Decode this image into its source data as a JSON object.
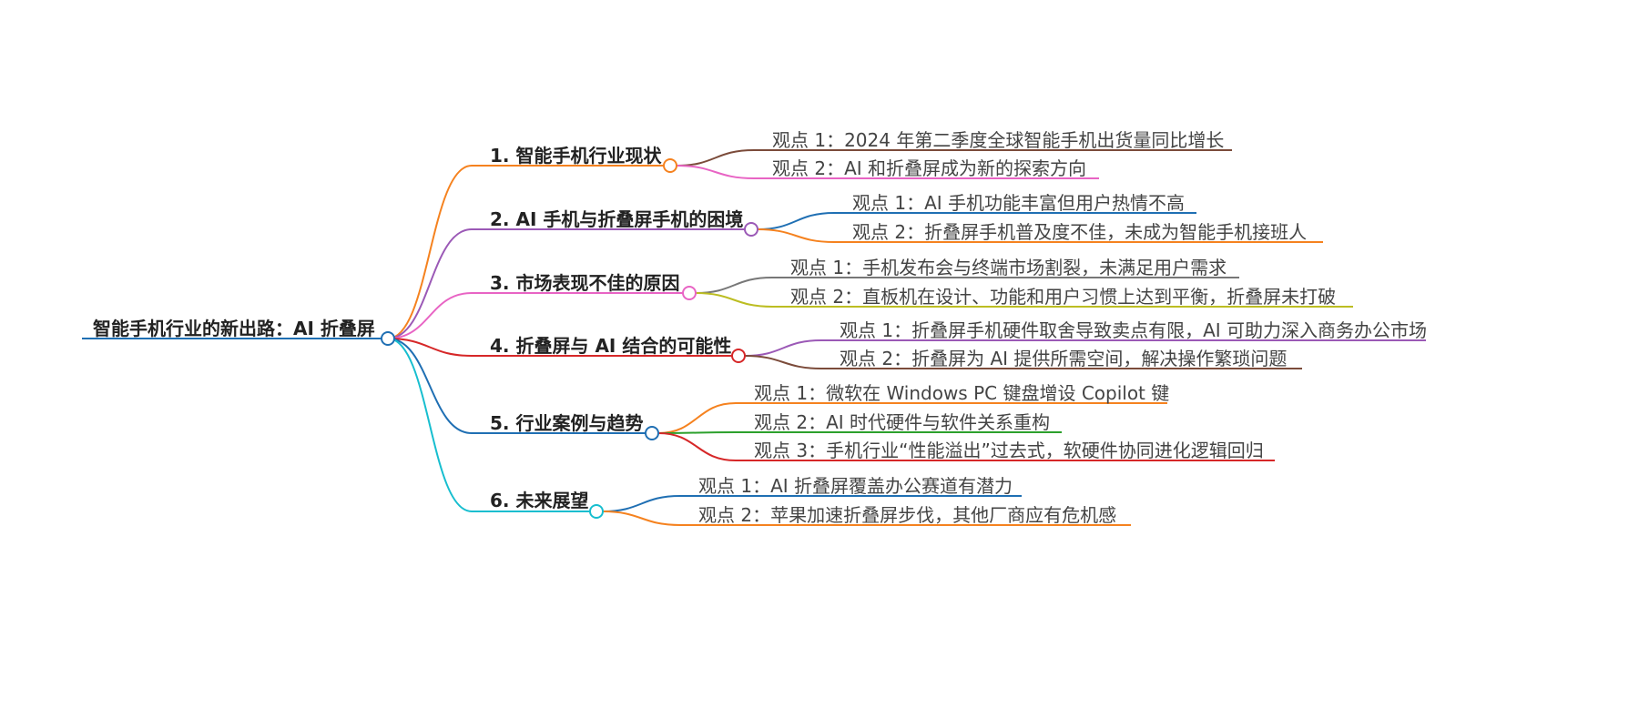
{
  "root": {
    "label": "智能手机行业的新出路：AI 折叠屏",
    "color": "#1f6fb3"
  },
  "branches": [
    {
      "label": "1. 智能手机行业现状",
      "color": "#f5821f",
      "leaves": [
        {
          "label": "观点 1：2024 年第二季度全球智能手机出货量同比增长",
          "color": "#7b4b3a"
        },
        {
          "label": "观点 2：AI 和折叠屏成为新的探索方向",
          "color": "#e864c4"
        }
      ]
    },
    {
      "label": "2. AI 手机与折叠屏手机的困境",
      "color": "#9b59b6",
      "leaves": [
        {
          "label": "观点 1：AI 手机功能丰富但用户热情不高",
          "color": "#1f6fb3"
        },
        {
          "label": "观点 2：折叠屏手机普及度不佳，未成为智能手机接班人",
          "color": "#f5821f"
        }
      ]
    },
    {
      "label": "3. 市场表现不佳的原因",
      "color": "#e864c4",
      "leaves": [
        {
          "label": "观点 1：手机发布会与终端市场割裂，未满足用户需求",
          "color": "#777777"
        },
        {
          "label": "观点 2：直板机在设计、功能和用户习惯上达到平衡，折叠屏未打破",
          "color": "#bcbd22"
        }
      ]
    },
    {
      "label": "4. 折叠屏与 AI 结合的可能性",
      "color": "#d62728",
      "leaves": [
        {
          "label": "观点 1：折叠屏手机硬件取舍导致卖点有限，AI 可助力深入商务办公市场",
          "color": "#9b59b6"
        },
        {
          "label": "观点 2：折叠屏为 AI 提供所需空间，解决操作繁琐问题",
          "color": "#7b4b3a"
        }
      ]
    },
    {
      "label": "5. 行业案例与趋势",
      "color": "#1f6fb3",
      "leaves": [
        {
          "label": "观点 1：微软在 Windows PC 键盘增设 Copilot 键",
          "color": "#f5821f"
        },
        {
          "label": "观点 2：AI 时代硬件与软件关系重构",
          "color": "#2ca02c"
        },
        {
          "label": "观点 3：手机行业“性能溢出”过去式，软硬件协同进化逻辑回归",
          "color": "#d62728"
        }
      ]
    },
    {
      "label": "6. 未来展望",
      "color": "#17becf",
      "leaves": [
        {
          "label": "观点 1：AI 折叠屏覆盖办公赛道有潜力",
          "color": "#1f6fb3"
        },
        {
          "label": "观点 2：苹果加速折叠屏步伐，其他厂商应有危机感",
          "color": "#f5821f"
        }
      ]
    }
  ]
}
